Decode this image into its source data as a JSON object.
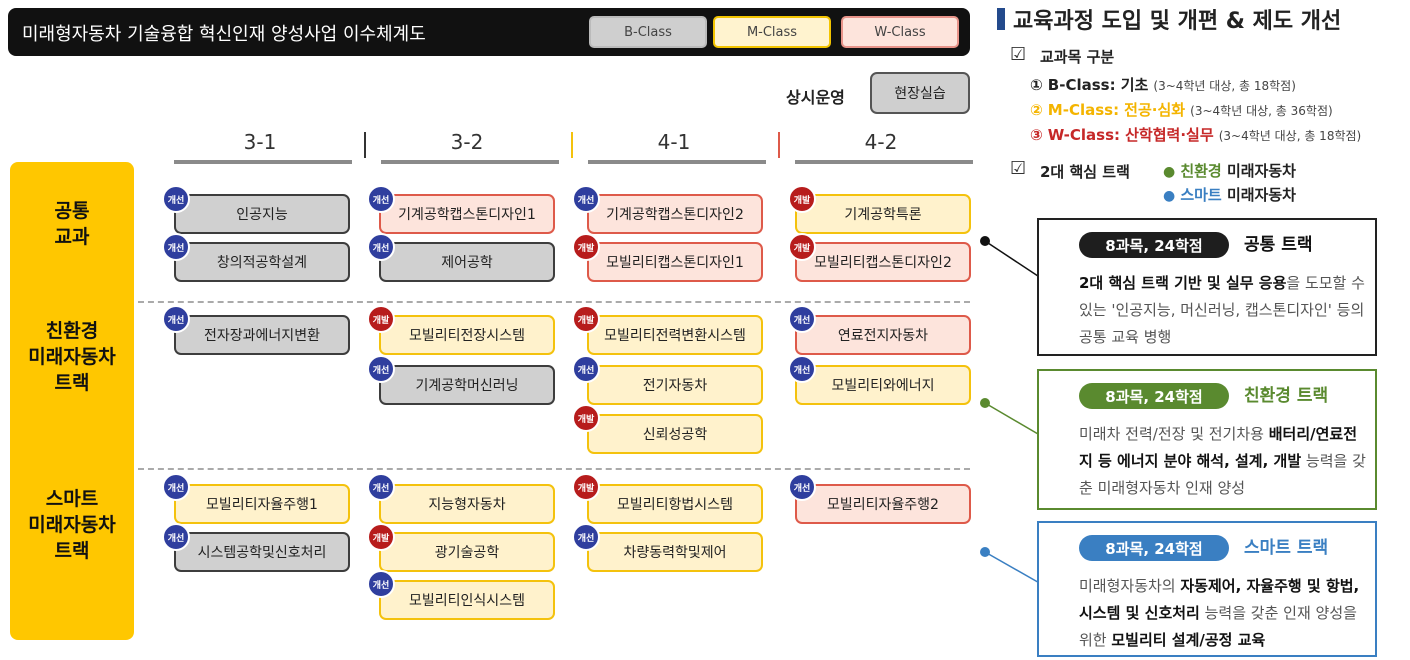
{
  "header": {
    "title": "미래형자동차 기술융합 혁신인재 양성사업 이수체계도",
    "legend": {
      "b": "B-Class",
      "m": "M-Class",
      "w": "W-Class"
    }
  },
  "always": {
    "label": "상시운영",
    "fieldwork": "현장실습"
  },
  "semesters": [
    "3-1",
    "3-2",
    "4-1",
    "4-2"
  ],
  "tracks": {
    "common": {
      "line1": "공통",
      "line2": "교과"
    },
    "eco": {
      "line1": "친환경",
      "line2": "미래자동차",
      "line3": "트랙"
    },
    "smart": {
      "line1": "스마트",
      "line2": "미래자동차",
      "line3": "트랙"
    }
  },
  "badges": {
    "improve": "개선",
    "develop": "개발"
  },
  "courses": {
    "c1": "인공지능",
    "c2": "창의적공학설계",
    "c3": "기계공학캡스톤디자인1",
    "c4": "제어공학",
    "c5": "기계공학캡스톤디자인2",
    "c6": "모빌리티캡스톤디자인1",
    "c7": "기계공학특론",
    "c8": "모빌리티캡스톤디자인2",
    "e1": "전자장과에너지변환",
    "e2": "모빌리티전장시스템",
    "e3": "기계공학머신러닝",
    "e4": "모빌리티전력변환시스템",
    "e5": "전기자동차",
    "e6": "신뢰성공학",
    "e7": "연료전지자동차",
    "e8": "모빌리티와에너지",
    "s1": "모빌리티자율주행1",
    "s2": "시스템공학및신호처리",
    "s3": "지능형자동차",
    "s4": "광기술공학",
    "s5": "모빌리티인식시스템",
    "s6": "모빌리티항법시스템",
    "s7": "차량동력학및제어",
    "s8": "모빌리티자율주행2"
  },
  "colors": {
    "b_class": "#d0d0d0",
    "m_class": "#fff2cc",
    "w_class": "#fde4dc",
    "track": "#ffc700",
    "improve": "#2f3e9e",
    "develop": "#b71c1c"
  },
  "right": {
    "title": "교육과정 도입 및 개편 & 제도 개선",
    "subject_heading": "교과목 구분",
    "classes": [
      {
        "num": "①",
        "name": "B-Class:",
        "kind": "기초",
        "detail": "(3~4학년 대상, 총 18학점)"
      },
      {
        "num": "②",
        "name": "M-Class:",
        "kind": "전공·심화",
        "detail": "(3~4학년 대상, 총 36학점)"
      },
      {
        "num": "③",
        "name": "W-Class:",
        "kind": "산학협력·실무",
        "detail": "(3~4학년 대상, 총 18학점)"
      }
    ],
    "core_heading": "2대 핵심 트랙",
    "core_tracks": [
      {
        "accent": "친환경",
        "rest": " 미래자동차"
      },
      {
        "accent": "스마트",
        "rest": " 미래자동차"
      }
    ],
    "boxes": {
      "common": {
        "pill": "8과목, 24학점",
        "track": "공통 트랙",
        "d1": "2대 핵심 트랙 기반 및 실무 응용",
        "d2": "을 도모할 수 있는 '인공지능, 머신러닝, 캡스톤디자인' 등의 공통 교육 병행"
      },
      "eco": {
        "pill": "8과목, 24학점",
        "track": "친환경 트랙",
        "d1": "미래차 전력/전장 및 전기차용 ",
        "d2": "배터리/연료전지 등 에너지 분야 해석, 설계, 개발",
        "d3": " 능력을 갖춘 미래형자동차 인재 양성"
      },
      "smart": {
        "pill": "8과목, 24학점",
        "track": "스마트 트랙",
        "d1": "미래형자동차의 ",
        "d2": "자동제어, 자율주행 및 항법, 시스템 및 신호처리",
        "d3": " 능력을 갖춘 인재 양성을 위한 ",
        "d4": "모빌리티 설계/공정 교육"
      }
    }
  }
}
